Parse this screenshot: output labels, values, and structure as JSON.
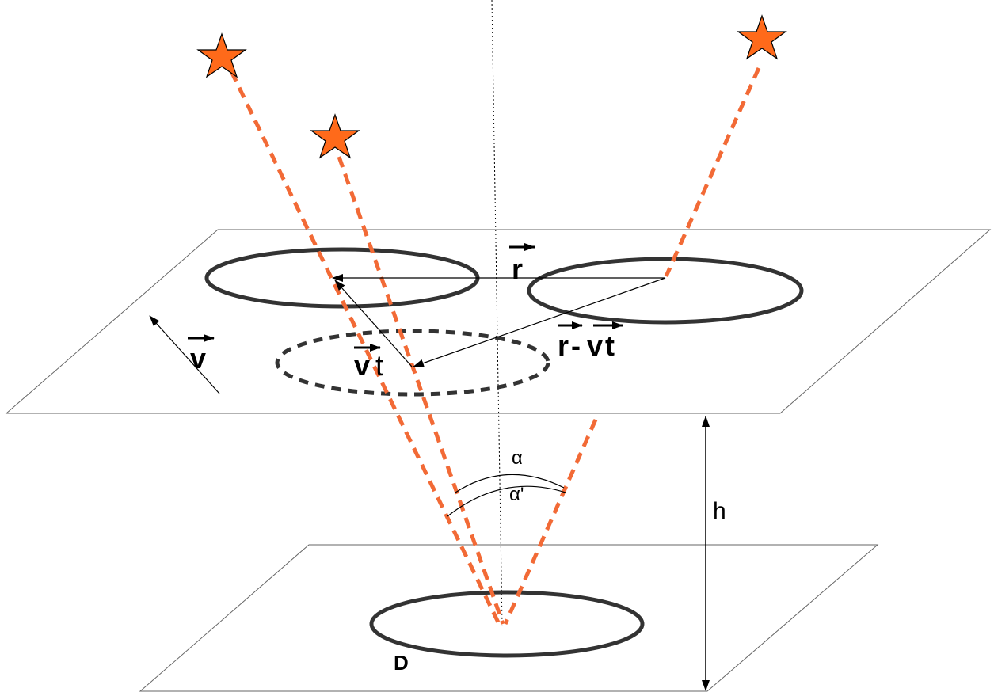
{
  "labels": {
    "r": "r",
    "v": "v",
    "vt_v": "v",
    "vt_t": "t",
    "rvt_r": "r",
    "rvt_dash": "-",
    "rvt_v": "v",
    "rvt_t": "t",
    "alpha": "α",
    "alpha_prime": "α'",
    "h": "h",
    "D": "D"
  },
  "colors": {
    "ray": "#f26a36",
    "star_fill": "#ff6a1a",
    "ellipse": "#333333",
    "plane": "#666666",
    "line": "#000000"
  },
  "icons": {
    "star": "star-icon",
    "arrow": "arrow-icon"
  }
}
